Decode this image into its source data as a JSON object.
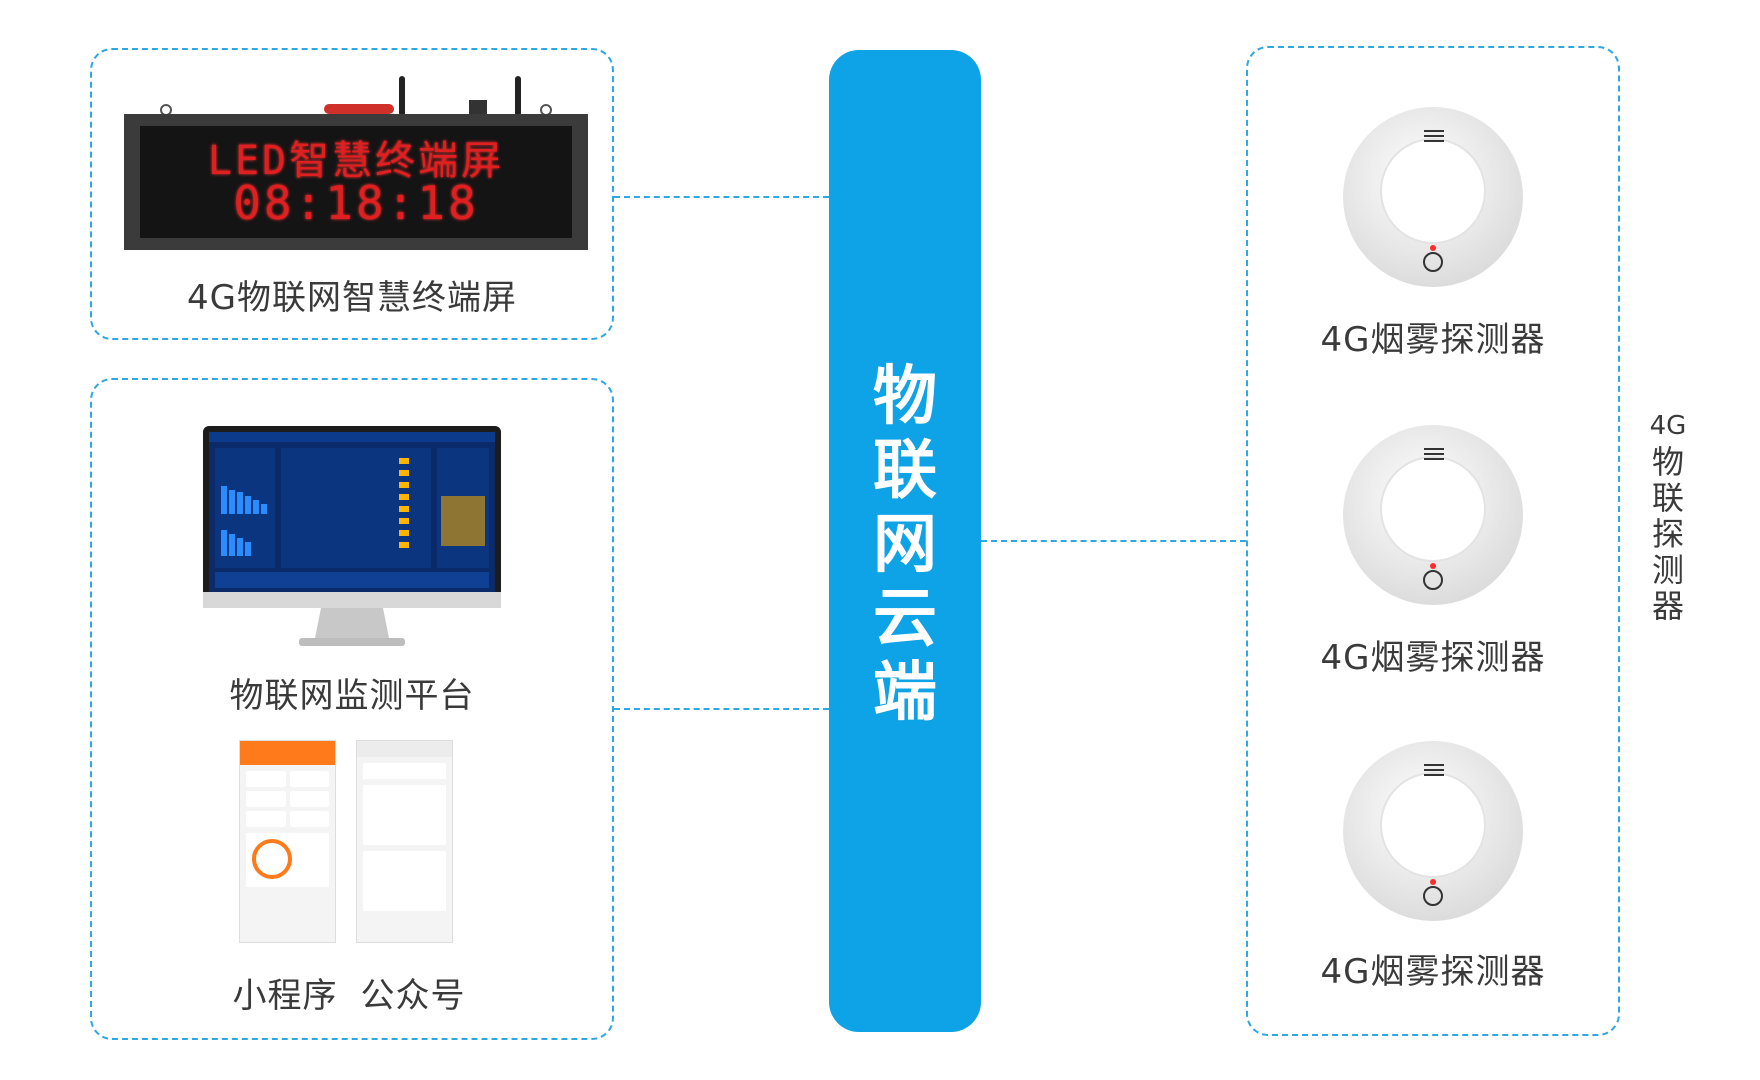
{
  "cloud": {
    "label_chars": [
      "物",
      "联",
      "网",
      "云",
      "端"
    ]
  },
  "led_screen": {
    "display_line1": "LED智慧终端屏",
    "display_line2": "08:18:18",
    "caption": "4G物联网智慧终端屏"
  },
  "platform": {
    "caption": "物联网监测平台"
  },
  "mobile": {
    "caption_mini_program": "小程序",
    "caption_official_account": "公众号"
  },
  "detectors": [
    {
      "caption": "4G烟雾探测器"
    },
    {
      "caption": "4G烟雾探测器"
    },
    {
      "caption": "4G烟雾探测器"
    }
  ],
  "detector_group": {
    "label_chars": [
      "4G",
      "物",
      "联",
      "探",
      "测",
      "器"
    ]
  },
  "colors": {
    "accent": "#0ea2e6",
    "dash": "#2fa7e0",
    "led_text": "#e02020"
  }
}
